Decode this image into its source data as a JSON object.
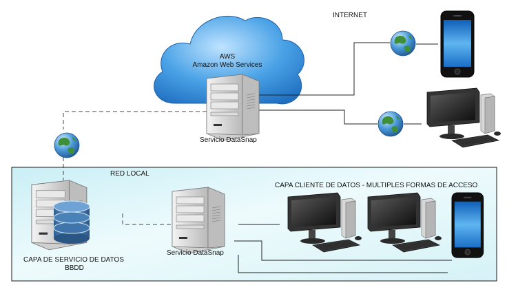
{
  "labels": {
    "internet": "INTERNET",
    "cloud_line1": "AWS",
    "cloud_line2": "Amazon Web Services",
    "service_top": "Servicio  DataSnap",
    "red_local": "RED LOCAL",
    "capa_cliente": "CAPA CLIENTE DE DATOS  -  MULTIPLES FORMAS DE ACCESO",
    "capa_servicio": "CAPA DE SERVICIO DE DATOS",
    "bbdd": "BBDD",
    "service_local": "Servicio  DataSnap"
  },
  "colors": {
    "lan_panel": "#d9f4f8",
    "cloud": "#3a8fd8",
    "globe": "#2f7fc4",
    "line": "#222222"
  }
}
